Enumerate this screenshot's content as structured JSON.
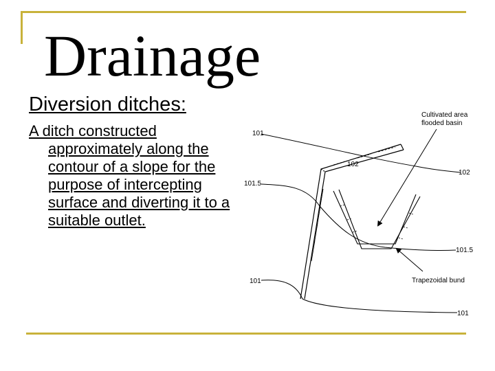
{
  "slide": {
    "title": "Drainage",
    "subtitle": "Diversion ditches:",
    "body": "A ditch constructed approximately along the contour of a slope for the purpose of intercepting surface and diverting it to a suitable outlet."
  },
  "diagram": {
    "label_cultivated_1": "Cultivated area",
    "label_cultivated_2": "flooded basin",
    "label_trapezoidal": "Trapezoidal bund",
    "contour_101": "101",
    "contour_102_left": "102",
    "contour_102_right": "102",
    "contour_1015_left": "101.5",
    "contour_1015_right": "101.5",
    "contour_101_bottom_left": "101",
    "contour_101_bottom_right": "101"
  },
  "colors": {
    "rule": "#c8b23a",
    "text": "#000000"
  }
}
